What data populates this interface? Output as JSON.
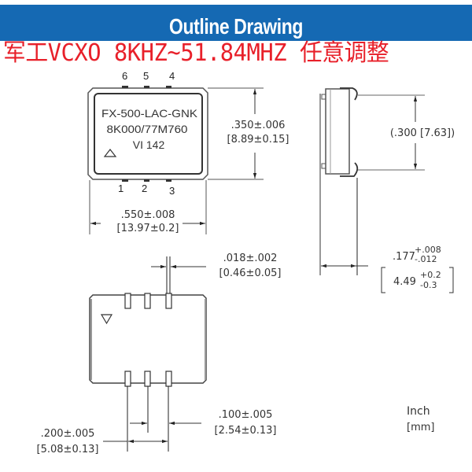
{
  "header": {
    "title": "Outline Drawing",
    "background_color": "#1569b3"
  },
  "subtitle": {
    "text": "军工VCXO 8KHZ~51.84MHZ 任意调整",
    "color": "#e8202a"
  },
  "top_view": {
    "marking_lines": [
      "FX-500-LAC-GNK",
      "8K000/77M760",
      "VI 142"
    ],
    "pin1_marker": "triangle-up",
    "pins_top": [
      "6",
      "5",
      "4"
    ],
    "pins_bottom": [
      "1",
      "2",
      "3"
    ],
    "height_dim": {
      "inch": ".350±.006",
      "mm": "[8.89±0.15]"
    },
    "width_dim": {
      "inch": ".550±.008",
      "mm": "[13.97±0.2]"
    }
  },
  "side_view": {
    "lead_span_dim": "(.300 [7.63])",
    "thickness_dim": {
      "inch_nominal": ".177",
      "inch_plus": "+.008",
      "inch_minus": "-.012",
      "mm_nominal": "4.49",
      "mm_plus": "+0.2",
      "mm_minus": "-0.3"
    }
  },
  "bottom_view": {
    "pin1_marker": "triangle-down",
    "lead_width_dim": {
      "inch": ".018±.002",
      "mm": "[0.46±0.05]"
    },
    "pitch_dim": {
      "inch": ".100±.005",
      "mm": "[2.54±0.13]"
    },
    "span_dim": {
      "inch": ".200±.005",
      "mm": "[5.08±0.13]"
    }
  },
  "units_legend": {
    "primary": "Inch",
    "secondary": "[mm]"
  }
}
